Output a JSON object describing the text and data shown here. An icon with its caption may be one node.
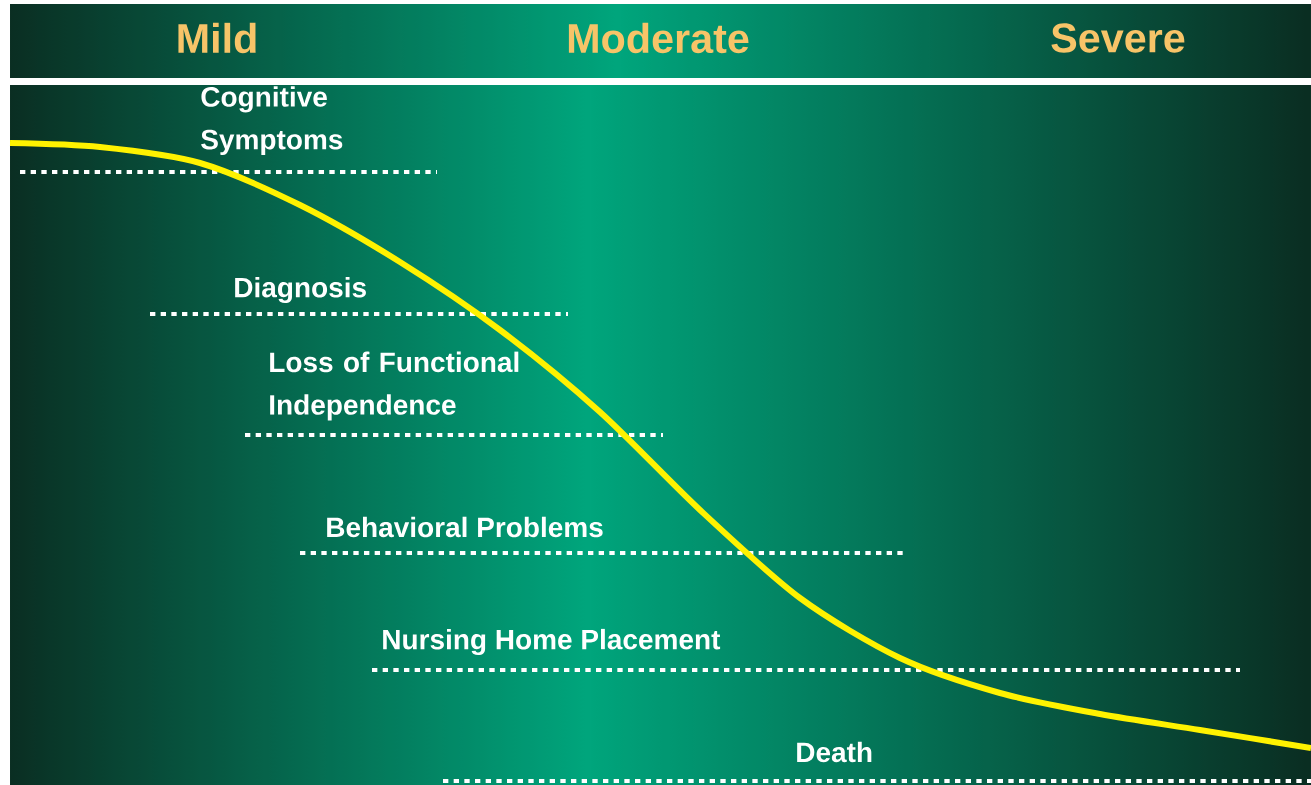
{
  "diagram": {
    "labels": [
      "Mild",
      "Moderate",
      "Severe",
      "Cognitive Symptoms",
      "Diagnosis",
      "Loss of Functional Independence",
      "Behavioral Problems",
      "Nursing Home Placement",
      "Death"
    ]
  }
}
